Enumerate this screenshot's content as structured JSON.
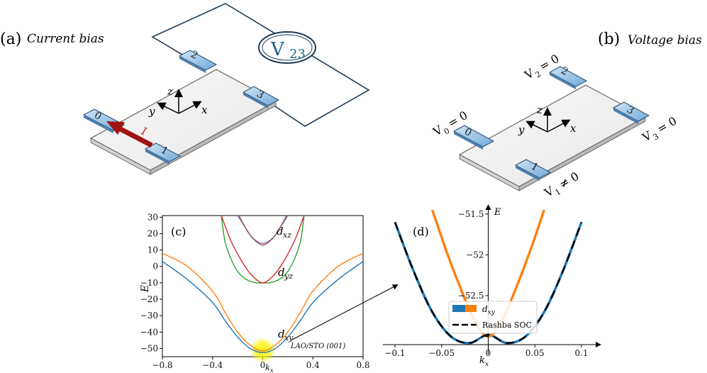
{
  "panel_a": {
    "label": "(a)",
    "title": "Current bias",
    "voltmeter": "V",
    "voltmeter_sub": "23",
    "current_label": "I",
    "contacts": [
      "0",
      "1",
      "2",
      "3"
    ],
    "axes": {
      "x": "x",
      "y": "y",
      "z": "z"
    }
  },
  "panel_b": {
    "label": "(b)",
    "title": "Voltage bias",
    "contacts": [
      "0",
      "1",
      "2",
      "3"
    ],
    "axes": {
      "x": "x",
      "y": "y",
      "z": "z"
    },
    "v0": {
      "v": "V",
      "sub": "0",
      "rel": "= 0"
    },
    "v1": {
      "v": "V",
      "sub": "1",
      "rel": "≠ 0"
    },
    "v2": {
      "v": "V",
      "sub": "2",
      "rel": "= 0"
    },
    "v3": {
      "v": "V",
      "sub": "3",
      "rel": "= 0"
    }
  },
  "panel_c": {
    "label": "(c)",
    "ylabel": "E",
    "xlabel": "k",
    "xlabel_sub": "x",
    "annot_dxz": {
      "main": "d",
      "sub": "xz"
    },
    "annot_dyz": {
      "main": "d",
      "sub": "yz"
    },
    "annot_dxy": {
      "main": "d",
      "sub": "xy"
    },
    "material": "LAO/STO (001)",
    "colors": {
      "dxy_1": "#1f77b4",
      "dxy_2": "#ff7f0e",
      "dyz": "#2ca02c",
      "dxz": "#d62728",
      "d5": "#9467bd",
      "d6": "#8c564b",
      "highlight": "#fff200"
    }
  },
  "panel_d": {
    "label": "(d)",
    "ylabel": "E",
    "xlabel": "k",
    "xlabel_sub": "x",
    "legend_1": {
      "main": "d",
      "sub": "xy"
    },
    "legend_2": "Rashba SOC",
    "colors": {
      "band_1": "#1f77b4",
      "band_2": "#ff7f0e",
      "rashba": "#000000"
    }
  },
  "chart_data": [
    {
      "type": "line",
      "panel": "(c)",
      "xlim": [
        -0.8,
        0.8
      ],
      "ylim": [
        -55,
        31
      ],
      "x_ticks": [
        -0.8,
        -0.4,
        0,
        0.4,
        0.8
      ],
      "x_tick_labels": [
        "−0.8",
        "−0.4",
        "0",
        "0.4",
        "0.8"
      ],
      "y_ticks": [
        -50,
        -40,
        -30,
        -20,
        -10,
        0,
        10,
        20,
        30
      ],
      "y_tick_labels": [
        "−50",
        "−40",
        "−30",
        "−20",
        "−10",
        "0",
        "10",
        "20",
        "30"
      ],
      "x": [
        -0.8,
        -0.6,
        -0.4,
        -0.3,
        -0.2,
        -0.1,
        0,
        0.1,
        0.2,
        0.3,
        0.4,
        0.6,
        0.8
      ],
      "series": [
        {
          "color": "#1f77b4",
          "values": [
            3,
            -8,
            -22,
            -33,
            -43,
            -50,
            -52.5,
            -50,
            -43,
            -33,
            -22,
            -8,
            3
          ]
        },
        {
          "color": "#ff7f0e",
          "values": [
            8,
            0,
            -15,
            -28,
            -40,
            -48,
            -51.5,
            -48,
            -40,
            -28,
            -15,
            0,
            8
          ]
        },
        {
          "color": "#2ca02c",
          "x": [
            -0.33,
            -0.3,
            -0.25,
            -0.2,
            -0.15,
            -0.1,
            -0.05,
            0,
            0.05,
            0.1,
            0.15,
            0.2,
            0.25,
            0.3,
            0.33
          ],
          "values": [
            31,
            15,
            4,
            -3,
            -7,
            -9,
            -10,
            -10,
            -10,
            -9,
            -7,
            -3,
            4,
            15,
            31
          ]
        },
        {
          "color": "#d62728",
          "x": [
            -0.33,
            -0.25,
            -0.15,
            -0.08,
            0,
            0.08,
            0.15,
            0.25,
            0.33
          ],
          "values": [
            31,
            15,
            1,
            -6,
            -10,
            -6,
            1,
            15,
            31
          ]
        },
        {
          "color": "#9467bd",
          "x": [
            -0.2,
            -0.15,
            -0.1,
            -0.05,
            0,
            0.05,
            0.1,
            0.15,
            0.2
          ],
          "values": [
            31,
            25,
            19,
            15.5,
            14,
            15.5,
            19,
            25,
            31
          ]
        },
        {
          "color": "#8c564b",
          "x": [
            -0.19,
            -0.14,
            -0.09,
            -0.04,
            0,
            0.04,
            0.09,
            0.14,
            0.19
          ],
          "values": [
            31,
            24,
            18,
            14.5,
            13,
            14.5,
            18,
            24,
            31
          ]
        }
      ]
    },
    {
      "type": "line",
      "panel": "(d)",
      "xlim": [
        -0.1,
        0.1
      ],
      "ylim": [
        -53.1,
        -51.45
      ],
      "x_ticks": [
        -0.1,
        -0.05,
        0,
        0.05,
        0.1
      ],
      "x_tick_labels": [
        "−0.1",
        "−0.05",
        "0",
        "0.05",
        "0.1"
      ],
      "y_ticks": [
        -53,
        -52.5,
        -52,
        -51.5
      ],
      "y_tick_labels": [
        "",
        "−52.5",
        "−52",
        "−51.5"
      ],
      "series": [
        {
          "color": "#1f77b4",
          "style": "solid",
          "x": [
            -0.1,
            -0.08,
            -0.06,
            -0.04,
            -0.02,
            0,
            0.02,
            0.04,
            0.06,
            0.08,
            0.1
          ],
          "values": [
            -51.6,
            -52.2,
            -52.7,
            -53.0,
            -53.08,
            -52.98,
            -53.08,
            -53.0,
            -52.7,
            -52.2,
            -51.6
          ]
        },
        {
          "color": "#ff7f0e",
          "style": "solid",
          "x": [
            -0.06,
            -0.045,
            -0.03,
            -0.015,
            0,
            0.015,
            0.03,
            0.045,
            0.06
          ],
          "values": [
            -51.45,
            -51.95,
            -52.4,
            -52.8,
            -53.0,
            -52.8,
            -52.4,
            -51.95,
            -51.45
          ]
        },
        {
          "name": "Rashba SOC",
          "color": "#000000",
          "style": "dashed",
          "x": [
            -0.1,
            -0.08,
            -0.06,
            -0.04,
            -0.02,
            0,
            0.02,
            0.04,
            0.06,
            0.08,
            0.1
          ],
          "values": [
            -51.6,
            -52.2,
            -52.7,
            -53.0,
            -53.08,
            -52.98,
            -53.08,
            -53.0,
            -52.7,
            -52.2,
            -51.6
          ]
        }
      ]
    }
  ]
}
